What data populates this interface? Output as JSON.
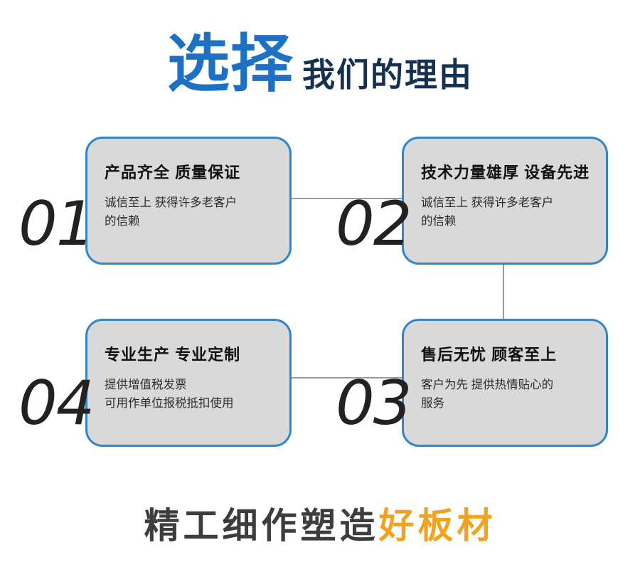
{
  "header": {
    "title_highlight": "选择",
    "title_rest": "我们的理由"
  },
  "cards": [
    {
      "number": "01",
      "title": "产品齐全 质量保证",
      "body": "诚信至上 获得许多老客户\n的信赖"
    },
    {
      "number": "02",
      "title": "技术力量雄厚 设备先进",
      "body": "诚信至上 获得许多老客户\n的信赖"
    },
    {
      "number": "04",
      "title": "专业生产 专业定制",
      "body": "提供增值税发票\n可用作单位报税抵扣使用"
    },
    {
      "number": "03",
      "title": "售后无忧 顾客至上",
      "body": "客户为先 提供热情贴心的\n服务"
    }
  ],
  "footer": {
    "text_dark": "精工细作塑造",
    "text_accent": "好板材"
  },
  "colors": {
    "page_bg": "#ffffff",
    "title_blue": "#1d70c4",
    "subtitle_navy": "#16304f",
    "card_border": "#3287c8",
    "card_bg": "#d9d9d9",
    "number_dark": "#222222",
    "connector_gray": "#9b9b9b",
    "footer_dark": "#3d3d3d",
    "footer_accent": "#f2a21c"
  }
}
